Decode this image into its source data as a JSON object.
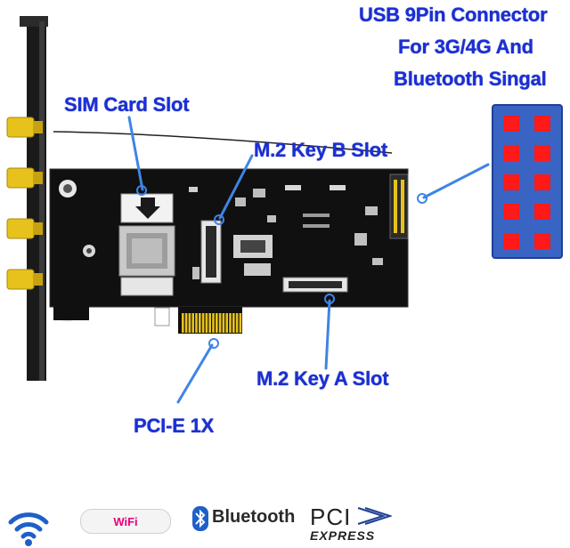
{
  "labels": {
    "usb_line1": "USB 9Pin Connector",
    "usb_line2": "For 3G/4G And",
    "usb_line3": "Bluetooth Singal",
    "sim": "SIM Card Slot",
    "m2b": "M.2 Key B Slot",
    "m2a": "M.2 Key A Slot",
    "pcie": "PCI-E 1X"
  },
  "logos": {
    "wifi_badge": "WiFi",
    "bluetooth": "Bluetooth",
    "pci": "PCI",
    "express": "EXPRESS"
  },
  "colors": {
    "label_blue": "#1a2fd6",
    "pointer_blue": "#3f84e5",
    "pcb_black": "#111111",
    "gold": "#e8c21c",
    "pin_red": "#ff1a1a",
    "connector_blue": "#3a64c4"
  },
  "usb_pins": {
    "left_column": 5,
    "right_column": 5,
    "layout": "2x5"
  }
}
